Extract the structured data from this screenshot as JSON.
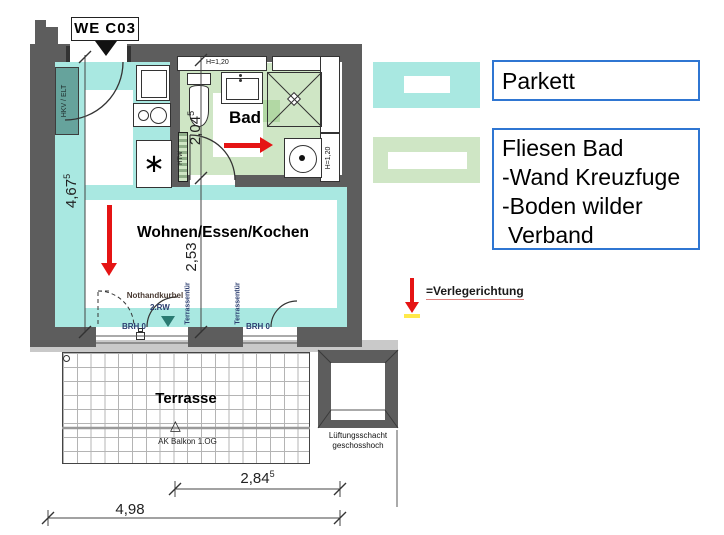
{
  "plan": {
    "unit_label": "WE C03",
    "room_labels": {
      "living": "Wohnen/Essen/Kochen",
      "bath": "Bad",
      "terrace": "Terrasse"
    },
    "annotations": {
      "shaft_left": "HKV / ELT",
      "radiator": "HTW",
      "window_height_top": "H=1,20",
      "window_height_right": "H=1,20",
      "emergency_crank_line1": "Nothandkurbel",
      "emergency_crank_line2": "2.RW",
      "parapet_left": "BRH 0",
      "parapet_right": "BRH 0",
      "terrace_door_left": "Terrassentür",
      "terrace_door_right": "Terrassentür",
      "balcony_marker": "AK Balkon 1.OG",
      "vent_shaft_line1": "Lüftungsschacht",
      "vent_shaft_line2": "geschosshoch"
    },
    "dimensions": {
      "room_height": {
        "main": "4,67",
        "sup": "5"
      },
      "bath_depth": {
        "main": "2,04",
        "sup": "5"
      },
      "living_depth": {
        "main": "2,53",
        "sup": ""
      },
      "terrace_width": {
        "main": "2,84",
        "sup": "5"
      },
      "total_width": {
        "main": "4,98",
        "sup": ""
      }
    }
  },
  "legend": {
    "parkett": {
      "label": "Parkett"
    },
    "fliesen": {
      "lines": [
        "Fliesen Bad",
        "-Wand Kreuzfuge",
        "-Boden wilder",
        "Verband"
      ]
    },
    "direction": {
      "label": "=Verlegerichtung"
    }
  },
  "icons": {
    "freezer_asterisk": "∗",
    "balcony_triangle": "△"
  },
  "colors": {
    "wall": "#5d5d5d",
    "wall_light": "#c9c9c9",
    "parkett": "#a9e8e1",
    "parkett_dark": "#66a39c",
    "tiles_bath": "#cfe6c5",
    "tiles_bath_dark": "#b2d8a4",
    "arrow_red": "#e51414",
    "legend_border": "#2f76d2",
    "annotation_blue": "#2c3e70",
    "marker_teal": "#2a7a72",
    "highlight_yellow": "#ffe94a"
  }
}
